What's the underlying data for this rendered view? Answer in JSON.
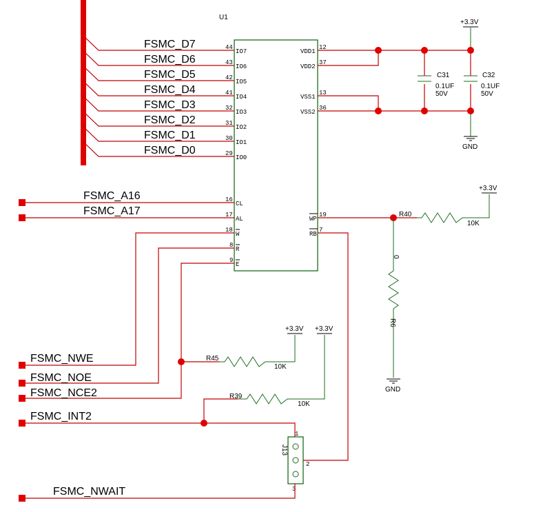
{
  "chip": {
    "ref": "U1",
    "left_pins": [
      {
        "num": "44",
        "name": "IO7"
      },
      {
        "num": "43",
        "name": "IO6"
      },
      {
        "num": "42",
        "name": "IO5"
      },
      {
        "num": "41",
        "name": "IO4"
      },
      {
        "num": "32",
        "name": "IO3"
      },
      {
        "num": "31",
        "name": "IO2"
      },
      {
        "num": "30",
        "name": "IO1"
      },
      {
        "num": "29",
        "name": "IO0"
      },
      {
        "num": "16",
        "name": "CL"
      },
      {
        "num": "17",
        "name": "AL"
      },
      {
        "num": "18",
        "name": "W"
      },
      {
        "num": "8",
        "name": "R"
      },
      {
        "num": "9",
        "name": "E"
      }
    ],
    "right_pins": [
      {
        "num": "12",
        "name": "VDD1"
      },
      {
        "num": "37",
        "name": "VDD2"
      },
      {
        "num": "13",
        "name": "VSS1"
      },
      {
        "num": "36",
        "name": "VSS2"
      },
      {
        "num": "19",
        "name": "WP"
      },
      {
        "num": "7",
        "name": "RB"
      }
    ]
  },
  "data_bus": [
    "FSMC_D7",
    "FSMC_D6",
    "FSMC_D5",
    "FSMC_D4",
    "FSMC_D3",
    "FSMC_D2",
    "FSMC_D1",
    "FSMC_D0"
  ],
  "nets": {
    "a16": "FSMC_A16",
    "a17": "FSMC_A17",
    "nwe": "FSMC_NWE",
    "noe": "FSMC_NOE",
    "nce2": "FSMC_NCE2",
    "int2": "FSMC_INT2",
    "nwait": "FSMC_NWAIT"
  },
  "power": {
    "vcc_caps": "+3.3V",
    "vcc_r40": "+3.3V",
    "vcc_r45": "+3.3V",
    "vcc_r39": "+3.3V",
    "gnd_caps": "GND",
    "gnd_r6": "GND"
  },
  "caps": [
    {
      "ref": "C31",
      "value": "0.1UF",
      "voltage": "50V"
    },
    {
      "ref": "C32",
      "value": "0.1UF",
      "voltage": "50V"
    }
  ],
  "resistors": {
    "r40": {
      "ref": "R40",
      "value": "10K"
    },
    "r6": {
      "ref": "R6",
      "value": "0"
    },
    "r45": {
      "ref": "R45",
      "value": "10K"
    },
    "r39": {
      "ref": "R39",
      "value": "10K"
    }
  },
  "jumper": {
    "ref": "J13",
    "pin1": "1",
    "pin2": "2",
    "pin3": "3"
  },
  "colors": {
    "wire": "#c00000",
    "junction": "#e00000",
    "component": "#1b6b1b"
  }
}
